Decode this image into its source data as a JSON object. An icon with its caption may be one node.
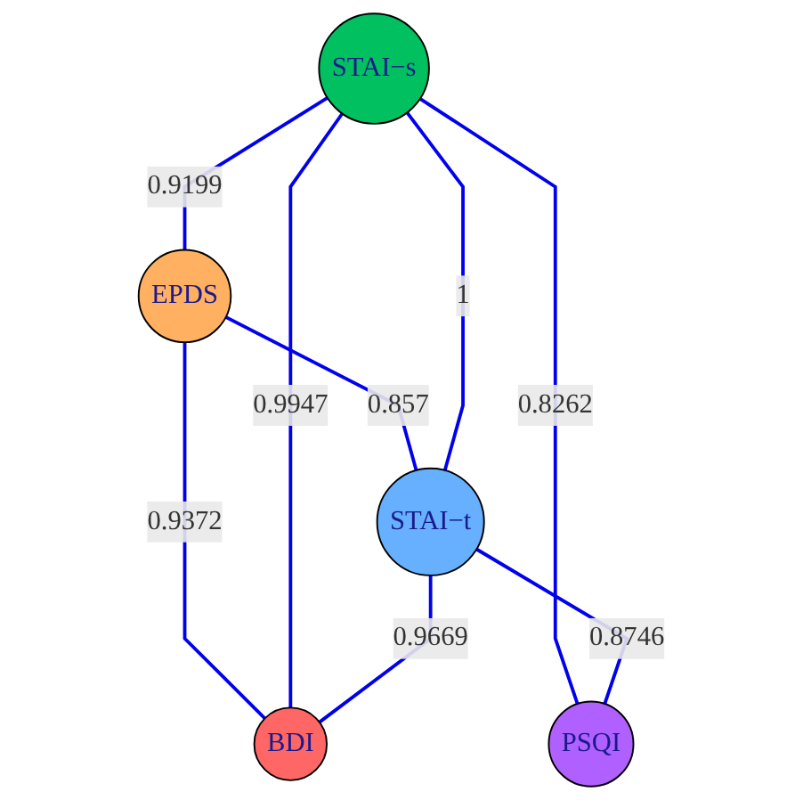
{
  "diagram": {
    "nodes": [
      {
        "text": [
          "EPDS"
        ]
      },
      {
        "text": [
          "STAI−s"
        ]
      },
      {
        "text": [
          "BDI"
        ]
      },
      {
        "text": [
          "STAI−t"
        ]
      },
      {
        "text": [
          "PSQI"
        ]
      }
    ],
    "edges": [
      {
        "from": 1,
        "to": 0,
        "arrow": "none",
        "label": "0.9199"
      },
      {
        "from": 0,
        "to": 3,
        "arrow": "none",
        "label": "0.857"
      },
      {
        "from": 0,
        "to": 2,
        "arrow": "none",
        "label": "0.9372"
      },
      {
        "from": 1,
        "to": 2,
        "arrow": "none",
        "label": "0.9947"
      },
      {
        "from": 1,
        "to": 3,
        "arrow": "none",
        "label": "1"
      },
      {
        "from": 1,
        "to": 4,
        "arrow": "none",
        "label": "0.8262"
      },
      {
        "from": 3,
        "to": 2,
        "arrow": "none",
        "label": "0.9669"
      },
      {
        "from": 3,
        "to": 4,
        "arrow": "none",
        "label": "0.8746"
      }
    ]
  }
}
